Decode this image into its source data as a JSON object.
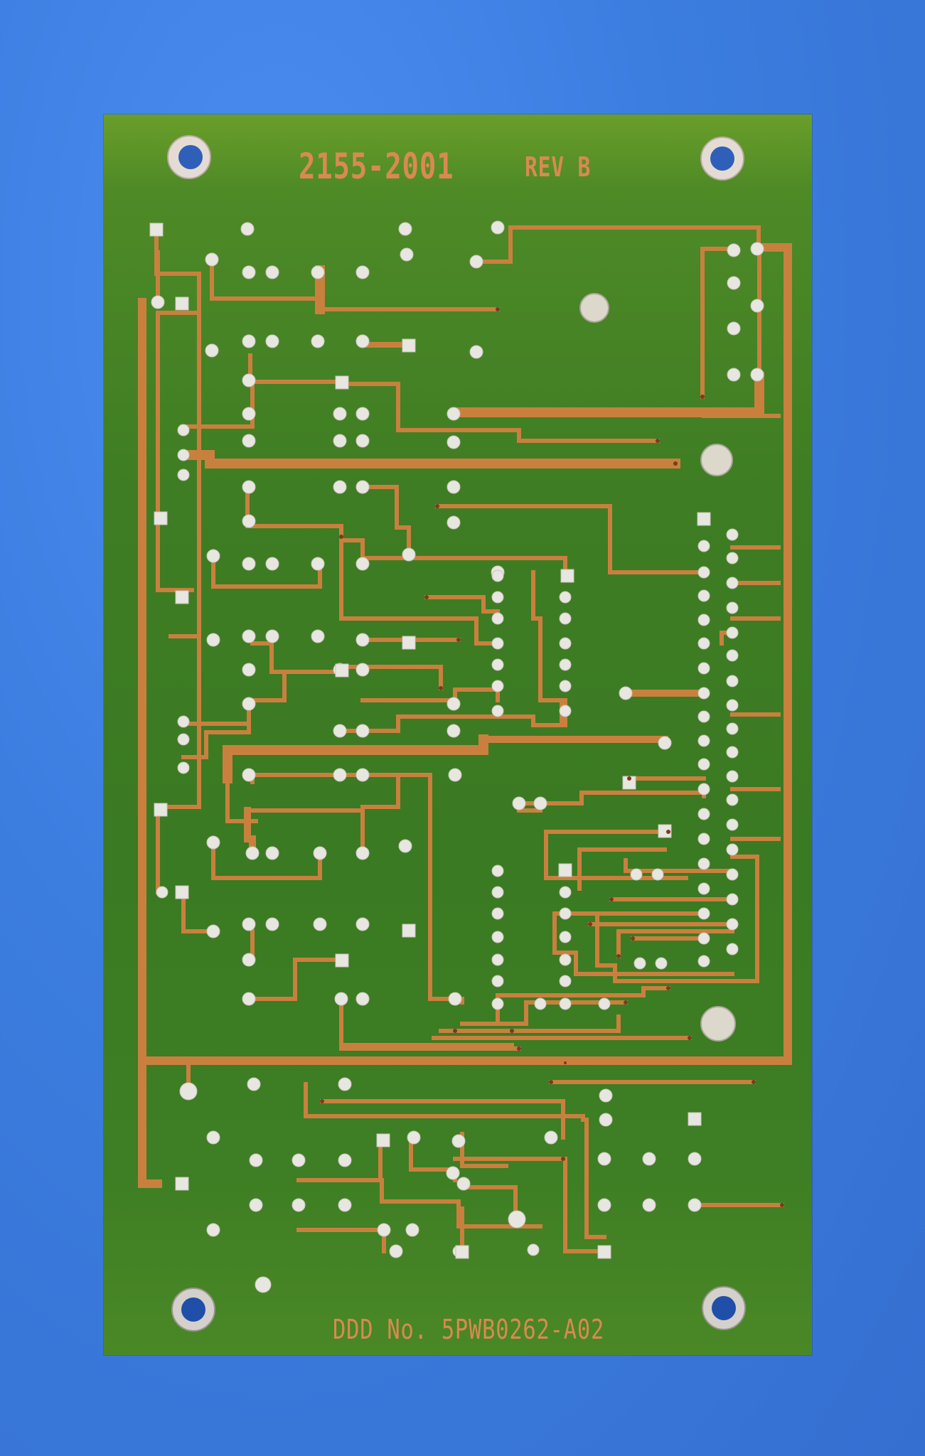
{
  "scene": {
    "subject": "printed circuit board, solder side",
    "background_color": "#3f7fe0",
    "board_color": "#3a7a22",
    "trace_color": "#c9803e",
    "pad_color": "#e8e6e0"
  },
  "silkscreen": {
    "part_number": "2155-2001",
    "revision": "REV B",
    "document_number": "DDD No. 5PWB0262-A02"
  },
  "mounting_holes": [
    {
      "corner": "top-left"
    },
    {
      "corner": "top-right"
    },
    {
      "corner": "bottom-left"
    },
    {
      "corner": "bottom-right"
    }
  ]
}
